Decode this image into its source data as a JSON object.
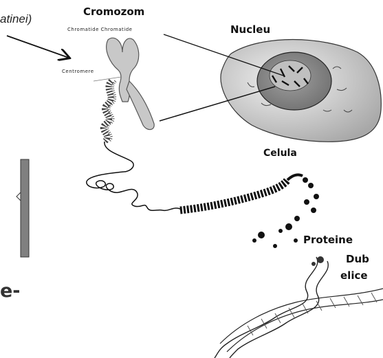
{
  "labels": {
    "partial_note": "atinei)",
    "chromosome": "Cromozom",
    "chromatids": "Chromatide Chromatide",
    "centromere": "Centromere",
    "nucleus": "Nucleu",
    "cell": "Celula",
    "proteins": "Proteine",
    "double_helix_1": "Dub",
    "double_helix_2": "elice",
    "partial_left": "e-"
  },
  "colors": {
    "ink": "#111111",
    "chromosome_fill": "#c8c8c8",
    "cell_fill": "#dcdcdc",
    "nucleus_fill": "#8a8a8a",
    "nucleolus_fill": "#3a3a3a",
    "bar_fill": "#808080"
  }
}
